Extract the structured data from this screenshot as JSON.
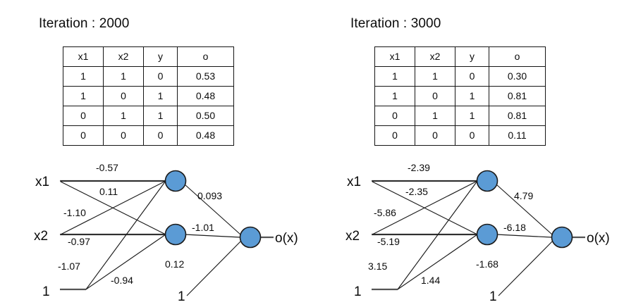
{
  "page": {
    "background": "#ffffff",
    "node_color": "#5b9bd5",
    "edge_color": "#1b1b1b",
    "text_color": "#0b0b0b"
  },
  "panels": [
    {
      "id": "left",
      "title": "Iteration : 2000",
      "table": {
        "headers": [
          "x1",
          "x2",
          "y",
          "o"
        ],
        "rows": [
          [
            "1",
            "1",
            "0",
            "0.53"
          ],
          [
            "1",
            "0",
            "1",
            "0.48"
          ],
          [
            "0",
            "1",
            "1",
            "0.50"
          ],
          [
            "0",
            "0",
            "0",
            "0.48"
          ]
        ]
      },
      "network": {
        "input_labels": [
          "x1",
          "x2",
          "1"
        ],
        "output_label": "o(x)",
        "hidden_bias_label": "1",
        "weights": {
          "x1_h1": "-0.57",
          "x1_h2": "0.11",
          "x2_h1": "-1.10",
          "x2_h2": "-0.97",
          "b_h1": "-1.07",
          "b_h2": "-0.94",
          "h1_out": "0.093",
          "h2_out": "-1.01",
          "b_out": "0.12"
        }
      }
    },
    {
      "id": "right",
      "title": "Iteration : 3000",
      "table": {
        "headers": [
          "x1",
          "x2",
          "y",
          "o"
        ],
        "rows": [
          [
            "1",
            "1",
            "0",
            "0.30"
          ],
          [
            "1",
            "0",
            "1",
            "0.81"
          ],
          [
            "0",
            "1",
            "1",
            "0.81"
          ],
          [
            "0",
            "0",
            "0",
            "0.11"
          ]
        ]
      },
      "network": {
        "input_labels": [
          "x1",
          "x2",
          "1"
        ],
        "output_label": "o(x)",
        "hidden_bias_label": "1",
        "weights": {
          "x1_h1": "-2.39",
          "x1_h2": "-2.35",
          "x2_h1": "-5.86",
          "x2_h2": "-5.19",
          "b_h1": "3.15",
          "b_h2": "1.44",
          "h1_out": "4.79",
          "h2_out": "-6.18",
          "b_out": "-1.68"
        }
      }
    }
  ]
}
